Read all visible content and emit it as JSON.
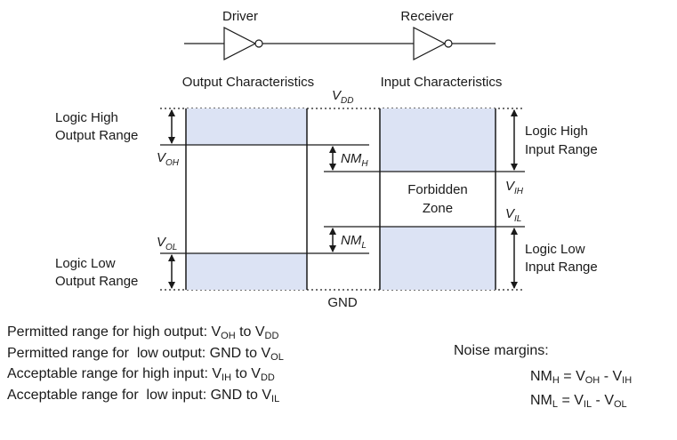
{
  "header": {
    "driver": "Driver",
    "receiver": "Receiver",
    "output_characteristics": "Output Characteristics",
    "input_characteristics": "Input Characteristics"
  },
  "levels": {
    "vdd": {
      "main": "V",
      "sub": "DD"
    },
    "gnd": "GND",
    "voh": {
      "main": "V",
      "sub": "OH"
    },
    "vol": {
      "main": "V",
      "sub": "OL"
    },
    "vih": {
      "main": "V",
      "sub": "IH"
    },
    "vil": {
      "main": "V",
      "sub": "IL"
    },
    "nmh": {
      "main": "NM",
      "sub": "H"
    },
    "nml": {
      "main": "NM",
      "sub": "L"
    }
  },
  "ranges": {
    "logic_high_output": [
      "Logic High",
      "Output Range"
    ],
    "logic_low_output": [
      "Logic Low",
      "Output Range"
    ],
    "logic_high_input": [
      "Logic High",
      "Input Range"
    ],
    "logic_low_input": [
      "Logic  Low",
      "Input Range"
    ],
    "forbidden_zone": [
      "Forbidden",
      "Zone"
    ]
  },
  "notes": [
    {
      "pre": "Permitted range for high output: ",
      "a": "V",
      "a_sub": "OH",
      "mid": " to ",
      "b": "V",
      "b_sub": "DD"
    },
    {
      "pre": "Permitted range for  low output: GND to ",
      "a": "V",
      "a_sub": "OL",
      "mid": "",
      "b": "",
      "b_sub": ""
    },
    {
      "pre": "Acceptable range for high input: ",
      "a": "V",
      "a_sub": "IH",
      "mid": " to ",
      "b": "V",
      "b_sub": "DD"
    },
    {
      "pre": "Acceptable range for  low input: GND to ",
      "a": "V",
      "a_sub": "IL",
      "mid": "",
      "b": "",
      "b_sub": ""
    }
  ],
  "noise_margins": {
    "title": "Noise margins:",
    "items": [
      {
        "lhs": "NM",
        "lhs_sub": "H",
        "eq": " = ",
        "a": "V",
        "a_sub": "OH",
        "minus": " - ",
        "b": "V",
        "b_sub": "IH"
      },
      {
        "lhs": "NM",
        "lhs_sub": "L",
        "eq": " = ",
        "a": "V",
        "a_sub": "IL",
        "minus": " - ",
        "b": "V",
        "b_sub": "OL"
      }
    ]
  },
  "colors": {
    "band_fill": "#dce3f4",
    "line": "#1a1a1a"
  }
}
